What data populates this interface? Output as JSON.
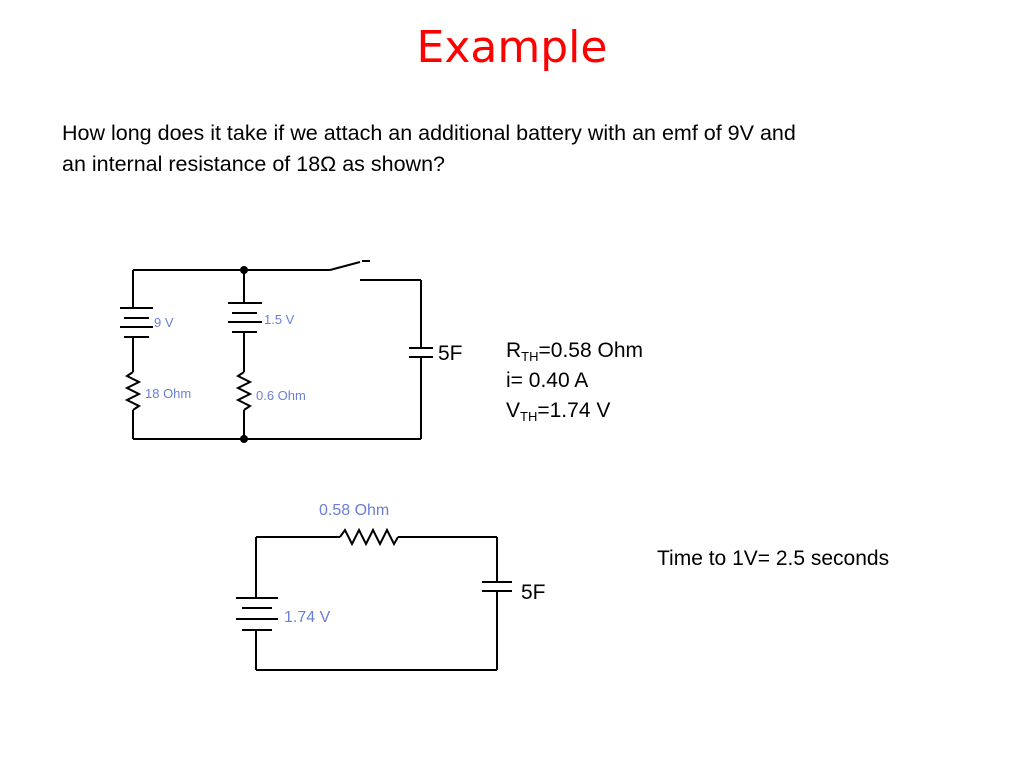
{
  "slide": {
    "title": "Example",
    "question_line1": "How long does it take if we attach an additional battery with an emf of 9V and",
    "question_line2": "an internal resistance of 18Ω as shown?"
  },
  "circuit1": {
    "battery1_label": "9 V",
    "resistor1_label": "18  Ohm",
    "battery2_label": "1.5 V",
    "resistor2_label": "0.6  Ohm",
    "capacitor_label": "5F"
  },
  "results": {
    "rth_symbol": "R",
    "rth_sub": "TH",
    "rth_value": "=0.58 Ohm",
    "current": "i= 0.40 A",
    "vth_symbol": "V",
    "vth_sub": "TH",
    "vth_value": "=1.74 V"
  },
  "circuit2": {
    "resistor_label": "0.58  Ohm",
    "battery_label": "1.74 V",
    "capacitor_label": "5F"
  },
  "answer": {
    "text": "Time to 1V= 2.5 seconds"
  },
  "colors": {
    "title": "#ff0000",
    "component_label": "#6a7fd6"
  }
}
